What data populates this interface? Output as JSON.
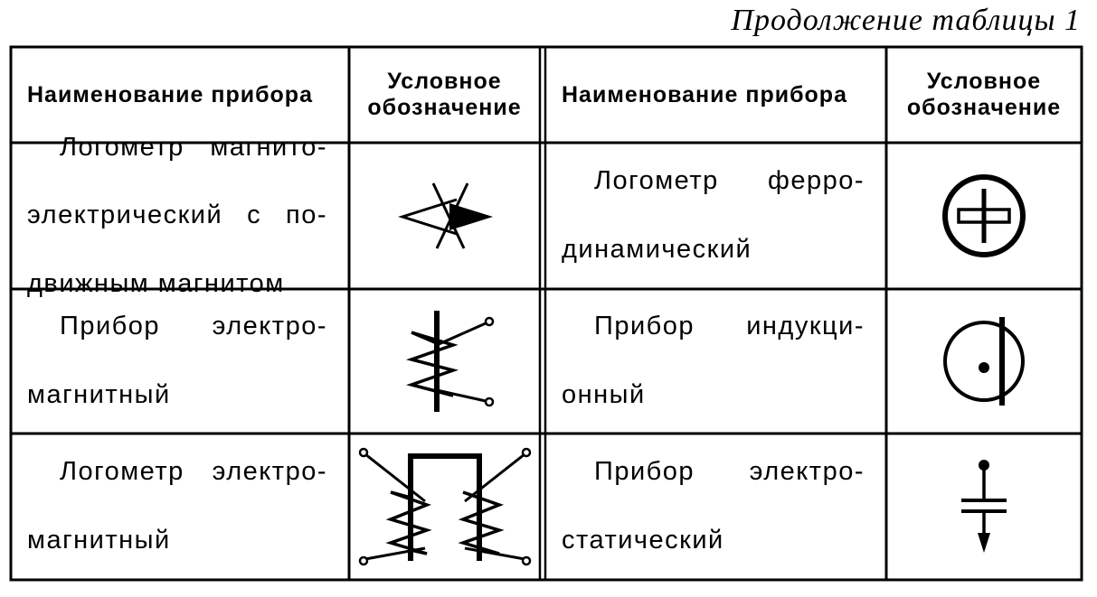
{
  "caption": "Продолжение таблицы 1",
  "header": {
    "name_col": "Наименование прибора",
    "symbol_col_line1": "Условное",
    "symbol_col_line2": "обозначение"
  },
  "rows": [
    {
      "left": {
        "lines": [
          "Логометр магнито-",
          "электрический с по-",
          "движным магнитом"
        ],
        "symbol_icon": "moving-magnet-ratiometer-icon"
      },
      "right": {
        "lines": [
          "Логометр ферро-",
          "динамический"
        ],
        "symbol_icon": "ferrodynamic-ratiometer-icon"
      }
    },
    {
      "left": {
        "lines": [
          "Прибор электро-",
          "магнитный"
        ],
        "symbol_icon": "electromagnetic-instrument-icon"
      },
      "right": {
        "lines": [
          "Прибор индукци-",
          "онный"
        ],
        "symbol_icon": "induction-instrument-icon"
      }
    },
    {
      "left": {
        "lines": [
          "Логометр электро-",
          "магнитный"
        ],
        "symbol_icon": "electromagnetic-ratiometer-icon"
      },
      "right": {
        "lines": [
          "Прибор электро-",
          "статический"
        ],
        "symbol_icon": "electrostatic-instrument-icon"
      }
    }
  ]
}
